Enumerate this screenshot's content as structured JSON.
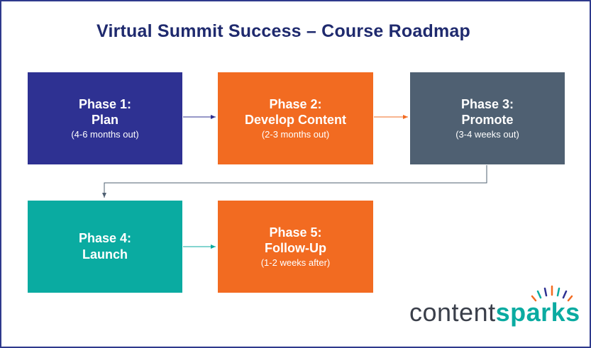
{
  "title": "Virtual Summit Success – Course Roadmap",
  "phases": [
    {
      "title": "Phase 1:",
      "name": "Plan",
      "sub": "(4-6 months out)",
      "color": "#2e3192"
    },
    {
      "title": "Phase 2:",
      "name": "Develop Content",
      "sub": "(2-3 months out)",
      "color": "#f26b21"
    },
    {
      "title": "Phase 3:",
      "name": "Promote",
      "sub": "(3-4 weeks out)",
      "color": "#4f6072"
    },
    {
      "title": "Phase 4:",
      "name": "Launch",
      "sub": "",
      "color": "#0aaba1"
    },
    {
      "title": "Phase 5:",
      "name": "Follow-Up",
      "sub": "(1-2 weeks after)",
      "color": "#f26b21"
    }
  ],
  "logo": {
    "part1": "content",
    "part2": "sparks",
    "colors": {
      "content": "#3a3f4a",
      "sparks": "#0aaba1"
    }
  },
  "arrow_colors": {
    "a1": "#2e3192",
    "a2": "#f26b21",
    "a3": "#4f6072",
    "a4": "#0aaba1"
  }
}
